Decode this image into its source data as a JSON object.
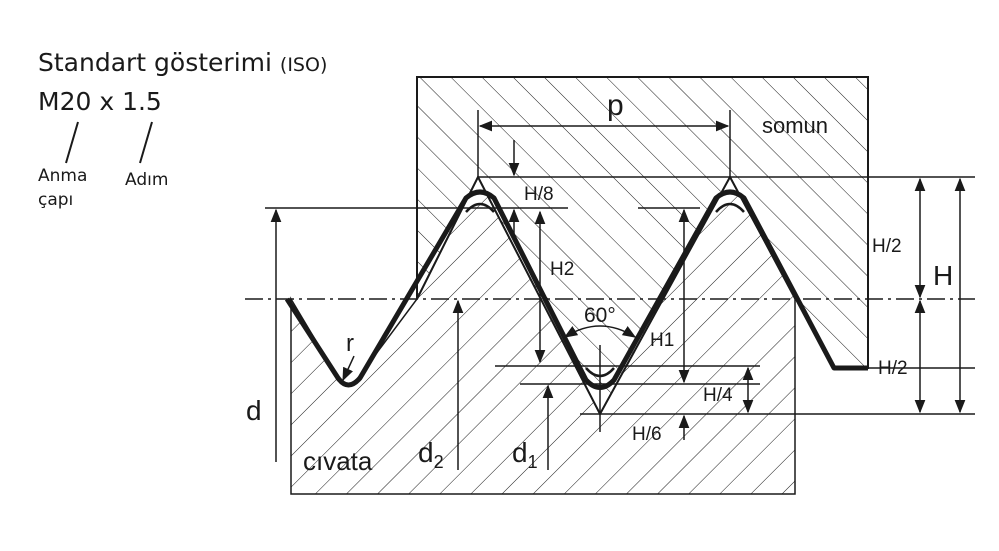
{
  "header": {
    "title_main": "Standart gösterimi",
    "title_paren": "(ISO)",
    "designation": "M20 x 1.5",
    "label_diameter_line1": "Anma",
    "label_diameter_line2": "çapı",
    "label_pitch": "Adım"
  },
  "labels": {
    "p": "p",
    "somun": "somun",
    "h8": "H/8",
    "h2_upper": "H/2",
    "h": "H",
    "h2_lower": "H/2",
    "h2_depth": "H2",
    "angle": "60°",
    "h1": "H1",
    "h4": "H/4",
    "h6": "H/6",
    "r": "r",
    "d": "d",
    "civata": "cıvata",
    "d2_base": "d",
    "d2_sub": "2",
    "d1_base": "d",
    "d1_sub": "1"
  },
  "colors": {
    "ink": "#1a1a1a",
    "background": "#ffffff"
  }
}
